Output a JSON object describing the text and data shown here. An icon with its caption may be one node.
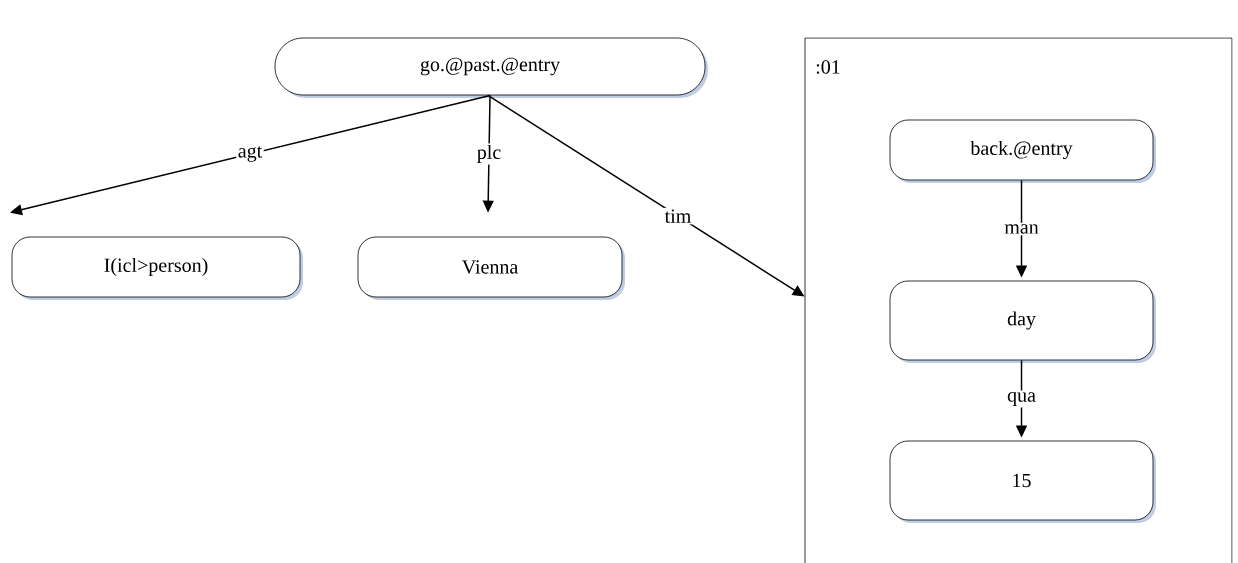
{
  "diagram": {
    "nodes": [
      {
        "text": [
          "go.@past.@entry"
        ]
      },
      {
        "text": [
          "I(icl>person)"
        ]
      },
      {
        "text": [
          "Vienna"
        ]
      },
      {
        "text": [
          ":01"
        ]
      },
      {
        "text": [
          "back.@entry"
        ],
        "in": 3
      },
      {
        "text": [
          "day"
        ],
        "in": 3
      },
      {
        "text": [
          "15"
        ],
        "in": 3
      }
    ],
    "edges": [
      {
        "from": 0,
        "to": 1,
        "arrow": "to",
        "label": "agt"
      },
      {
        "from": 0,
        "to": 2,
        "arrow": "to",
        "label": "plc"
      },
      {
        "from": 0,
        "to": 3,
        "arrow": "to",
        "label": "tim"
      },
      {
        "from": 4,
        "to": 5,
        "arrow": "to",
        "label": "man"
      },
      {
        "from": 5,
        "to": 6,
        "arrow": "to",
        "label": "qua"
      }
    ]
  }
}
